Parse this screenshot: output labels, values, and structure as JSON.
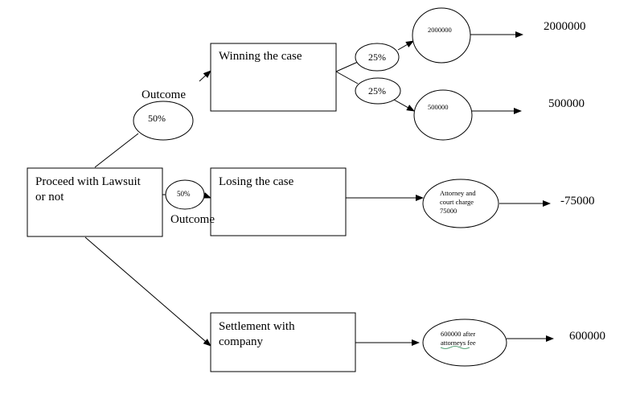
{
  "nodes": {
    "root": {
      "line1": "Proceed with Lawsuit",
      "line2": "or not"
    },
    "winning": {
      "label": "Winning the case"
    },
    "losing": {
      "label": "Losing the case"
    },
    "settlement": {
      "line1": "Settlement with",
      "line2": "company"
    }
  },
  "probabilities": {
    "top": "50%",
    "top_label": "Outcome",
    "mid": "50%",
    "mid_label": "Outcome",
    "win_high": "25%",
    "win_low": "25%"
  },
  "outcome_nodes": {
    "win_high": "2000000",
    "win_low": "500000",
    "lose_line1": "Attorney and",
    "lose_line2": "court charge",
    "lose_line3": "75000",
    "settle_line1": "600000 after",
    "settle_line2": "attorneys fee"
  },
  "payoffs": {
    "win_high": "2000000",
    "win_low": "500000",
    "lose": "-75000",
    "settle": "600000"
  }
}
